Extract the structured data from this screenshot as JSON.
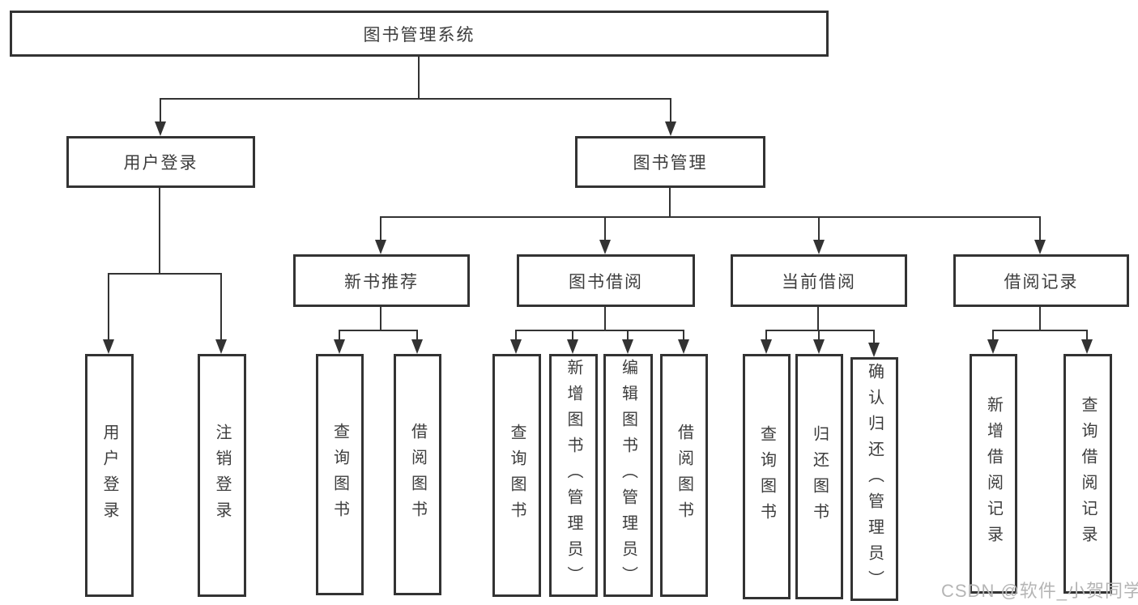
{
  "root": {
    "label": "图书管理系统"
  },
  "branches": [
    {
      "label": "用户登录",
      "children": [
        {
          "label": "用户登录"
        },
        {
          "label": "注销登录"
        }
      ]
    },
    {
      "label": "图书管理",
      "modules": [
        {
          "label": "新书推荐",
          "children": [
            {
              "label": "查询图书"
            },
            {
              "label": "借阅图书"
            }
          ]
        },
        {
          "label": "图书借阅",
          "children": [
            {
              "label": "查询图书"
            },
            {
              "label": "新增图书（管理员）"
            },
            {
              "label": "编辑图书（管理员）"
            },
            {
              "label": "借阅图书"
            }
          ]
        },
        {
          "label": "当前借阅",
          "children": [
            {
              "label": "查询图书"
            },
            {
              "label": "归还图书"
            },
            {
              "label": "确认归还（管理员）"
            }
          ]
        },
        {
          "label": "借阅记录",
          "children": [
            {
              "label": "新增借阅记录"
            },
            {
              "label": "查询借阅记录"
            }
          ]
        }
      ]
    }
  ],
  "watermark": {
    "text": "CSDN @软件_小贺同学"
  },
  "colors": {
    "line": "#333333",
    "text": "#3d3d3d",
    "box_background": "#ffffff",
    "watermark": "#b5b5b5"
  }
}
